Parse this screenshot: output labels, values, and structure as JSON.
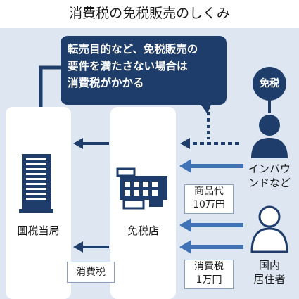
{
  "title": "消費税の免税販売のしくみ",
  "bubble": {
    "line1": "転売目的など、免税販売の",
    "line2": "要件を満たさない場合は",
    "line3": "消費税がかかる"
  },
  "nodes": {
    "tax_office": "国税当局",
    "duty_free_shop": "免税店",
    "inbound_line1": "インバウ",
    "inbound_line2": "ンドなど",
    "domestic_line1": "国内",
    "domestic_line2": "居住者",
    "badge": "免税"
  },
  "tags": {
    "price_line1": "商品代",
    "price_line2": "10万円",
    "tax_line1": "消費税",
    "tax_line2": "1万円",
    "consumption_tax": "消費税"
  },
  "colors": {
    "dark_navy": "#1e3d6b",
    "arrow_blue": "#3f73b5",
    "panel_bg": "#dde6f1"
  }
}
